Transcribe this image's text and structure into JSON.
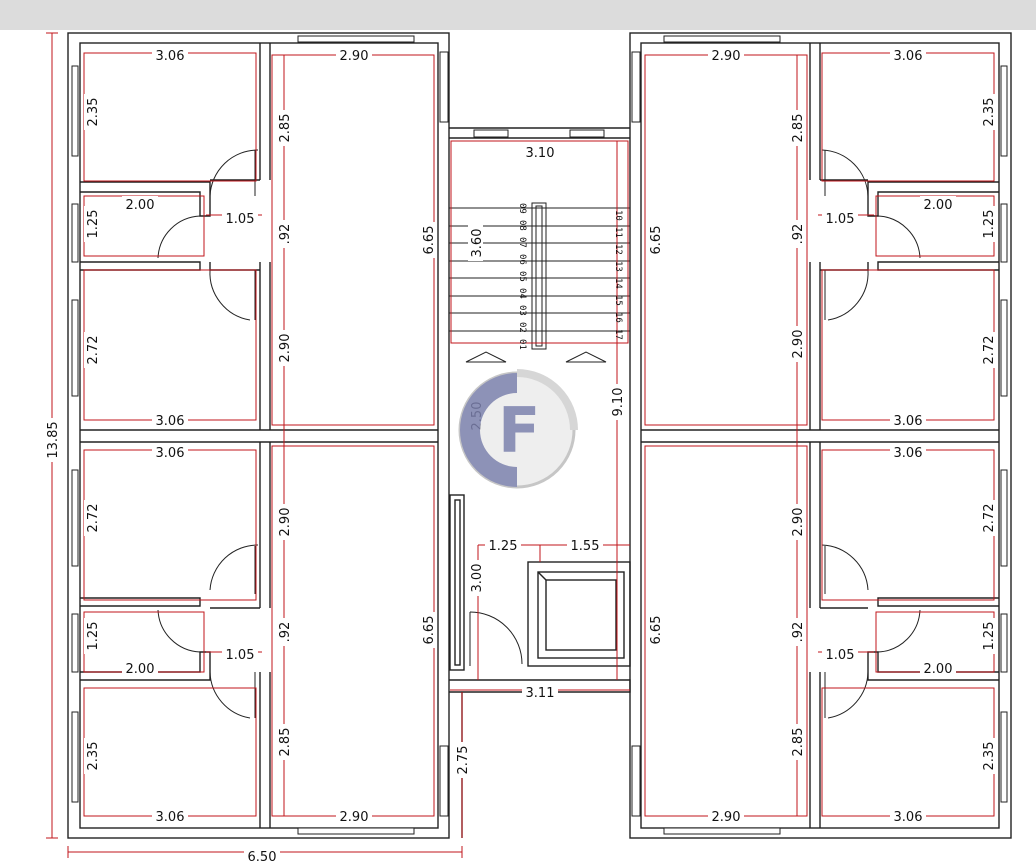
{
  "logo": {
    "letter": "F",
    "ring_color": "#7a7fab",
    "bg_color": "#e6e6e6"
  },
  "colors": {
    "wall": "#222222",
    "dimension": "#c0161b",
    "topbar": "#dcdcdc"
  },
  "stairs": {
    "down_steps": [
      "01",
      "02",
      "03",
      "04",
      "05",
      "06",
      "07",
      "08",
      "09"
    ],
    "up_steps": [
      "10",
      "11",
      "12",
      "13",
      "14",
      "15",
      "16",
      "17"
    ]
  },
  "dims": {
    "total_height": "13.85",
    "total_width": "6.50",
    "stair_width": "3.10",
    "stair_length": "3.60",
    "stair_core": "9.10",
    "landing": "2.50",
    "core_bottom": "3.11",
    "core_lower": "2.75",
    "lift_shaft": "3.00",
    "lobby_a": "1.25",
    "lobby_b": "1.55",
    "L_room1_w": "3.06",
    "L_room1_h": "2.35",
    "L_bath1_w": "2.00",
    "L_bath1_h": "1.25",
    "L_hall1": "1.05",
    "L_pass1": ".92",
    "L_room2_h": "2.72",
    "L_room2_w": "3.06",
    "L_bed_top_w": "2.90",
    "L_bed_top_h": "2.85",
    "L_living_top": "6.65",
    "L_bed_top2": "2.90",
    "L_room3_w": "3.06",
    "L_room3_h": "2.72",
    "L_bath2_w": "2.00",
    "L_bath2_h": "1.25",
    "L_hall2": "1.05",
    "L_pass2": ".92",
    "L_room4_h": "2.35",
    "L_room4_w": "3.06",
    "L_bed_bot_h": "2.90",
    "L_living_bot": "6.65",
    "L_bed_bot2": "2.85",
    "L_bed_bot_w": "2.90",
    "R_bed_top_w": "2.90",
    "R_room1_w": "3.06",
    "R_room1_h": "2.35",
    "R_bed_top_h": "2.85",
    "R_living_top": "6.65",
    "R_hall1": "1.05",
    "R_bath1_w": "2.00",
    "R_bath1_h": "1.25",
    "R_pass1": ".92",
    "R_bed_top2": "2.90",
    "R_room2_h": "2.72",
    "R_room2_w": "3.06",
    "R_room3_w": "3.06",
    "R_room3_h": "2.72",
    "R_bed_bot_h": "2.90",
    "R_living_bot": "6.65",
    "R_pass2": ".92",
    "R_hall2": "1.05",
    "R_bath2_w": "2.00",
    "R_bath2_h": "1.25",
    "R_bed_bot2": "2.85",
    "R_room4_h": "2.35",
    "R_bed_bot_w": "2.90",
    "R_room4_w": "3.06"
  }
}
